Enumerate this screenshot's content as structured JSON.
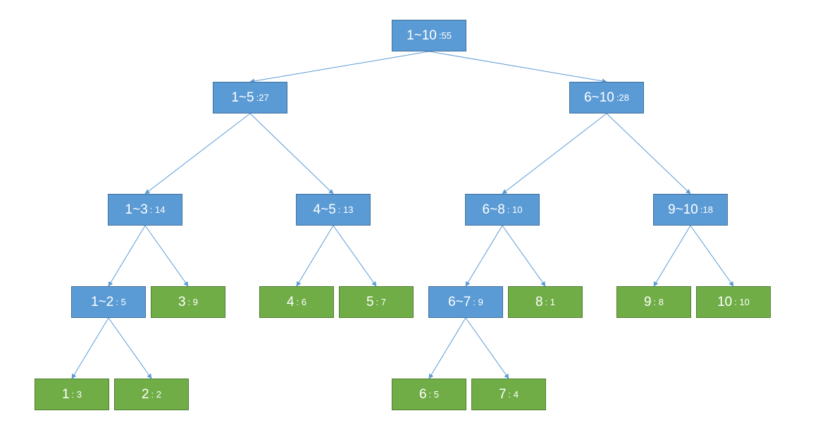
{
  "colors": {
    "internal_fill": "#5B9BD5",
    "leaf_fill": "#70AD47",
    "edge": "#5B9BD5",
    "text": "#FFFFFF"
  },
  "nodes": [
    {
      "id": "n1_10",
      "range": "1~10",
      "sum": ":55",
      "type": "internal"
    },
    {
      "id": "n1_5",
      "range": "1~5",
      "sum": ":27",
      "type": "internal"
    },
    {
      "id": "n6_10",
      "range": "6~10",
      "sum": ":28",
      "type": "internal"
    },
    {
      "id": "n1_3",
      "range": "1~3",
      "sum": ": 14",
      "type": "internal"
    },
    {
      "id": "n4_5",
      "range": "4~5",
      "sum": ": 13",
      "type": "internal"
    },
    {
      "id": "n6_8",
      "range": "6~8",
      "sum": ": 10",
      "type": "internal"
    },
    {
      "id": "n9_10",
      "range": "9~10",
      "sum": ":18",
      "type": "internal"
    },
    {
      "id": "n1_2",
      "range": "1~2",
      "sum": ": 5",
      "type": "internal"
    },
    {
      "id": "n3",
      "range": "3",
      "sum": ": 9",
      "type": "leaf"
    },
    {
      "id": "n4",
      "range": "4",
      "sum": ": 6",
      "type": "leaf"
    },
    {
      "id": "n5",
      "range": "5",
      "sum": ": 7",
      "type": "leaf"
    },
    {
      "id": "n6_7",
      "range": "6~7",
      "sum": ": 9",
      "type": "internal"
    },
    {
      "id": "n8",
      "range": "8",
      "sum": ": 1",
      "type": "leaf"
    },
    {
      "id": "n9",
      "range": "9",
      "sum": ": 8",
      "type": "leaf"
    },
    {
      "id": "n10",
      "range": "10",
      "sum": ": 10",
      "type": "leaf"
    },
    {
      "id": "n1",
      "range": "1",
      "sum": ": 3",
      "type": "leaf"
    },
    {
      "id": "n2",
      "range": "2",
      "sum": ": 2",
      "type": "leaf"
    },
    {
      "id": "n6",
      "range": "6",
      "sum": ": 5",
      "type": "leaf"
    },
    {
      "id": "n7",
      "range": "7",
      "sum": ": 4",
      "type": "leaf"
    }
  ],
  "edges": [
    [
      "n1_10",
      "n1_5"
    ],
    [
      "n1_10",
      "n6_10"
    ],
    [
      "n1_5",
      "n1_3"
    ],
    [
      "n1_5",
      "n4_5"
    ],
    [
      "n6_10",
      "n6_8"
    ],
    [
      "n6_10",
      "n9_10"
    ],
    [
      "n1_3",
      "n1_2"
    ],
    [
      "n1_3",
      "n3"
    ],
    [
      "n4_5",
      "n4"
    ],
    [
      "n4_5",
      "n5"
    ],
    [
      "n6_8",
      "n6_7"
    ],
    [
      "n6_8",
      "n8"
    ],
    [
      "n9_10",
      "n9"
    ],
    [
      "n9_10",
      "n10"
    ],
    [
      "n1_2",
      "n1"
    ],
    [
      "n1_2",
      "n2"
    ],
    [
      "n6_7",
      "n6"
    ],
    [
      "n6_7",
      "n7"
    ]
  ]
}
